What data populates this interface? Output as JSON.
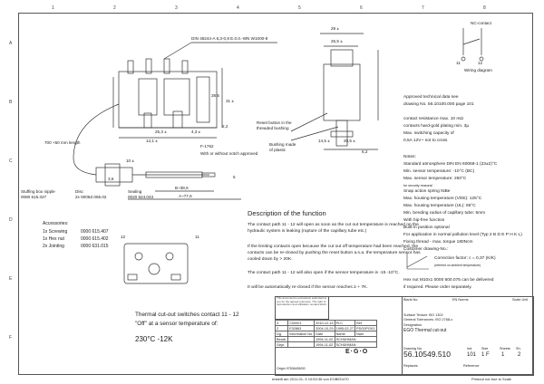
{
  "grid": {
    "top": [
      "1",
      "2",
      "3",
      "4",
      "5",
      "6",
      "7",
      "8"
    ],
    "left": [
      "A",
      "B",
      "C",
      "D",
      "E",
      "F"
    ]
  },
  "drawing": {
    "din_label": "DIN 46244-A 6,3-0,8 E.0.0.-WN W1000-8",
    "dim_29": "29 ±",
    "dim_25_5": "25,5 ±",
    "dim_38_5": "38,5",
    "dim_31": "31 ±",
    "dim_2_2": "2,2",
    "dim_25_3": "25,3 ±",
    "dim_4_3": "4,3 ±",
    "dim_14_1": "14,1 ±",
    "dim_14_5": "14,5 ±",
    "dim_20_5": "20,5 ±",
    "dim_6_2": "6,2",
    "reset_note": [
      "Reset button in the",
      "threaded bushing"
    ],
    "bushing_note": [
      "Bushing made",
      "of plastic"
    ],
    "length_700": "700 +50 mm length",
    "dim_10": "10 ±",
    "dim_35": "3,5",
    "f_1762": "F-1762",
    "notch_note": "With or without notch approved",
    "b_38_6": "B~38,6",
    "a_77": "A~77,6",
    "dim_5": "5",
    "stuffing": [
      "Stuffing box nipple",
      "0080 615.327"
    ],
    "disc": [
      "Disc",
      "2x 0006Z.055.02"
    ],
    "sealing": [
      "Sealing",
      "0020 624.043"
    ],
    "nc_contact": "NC-contact",
    "wiring": "Wiring diagram",
    "terminals": [
      "11",
      "12"
    ],
    "fig_labels": [
      "12",
      "11"
    ]
  },
  "accessories": {
    "title": "Accessories:",
    "rows": [
      {
        "qty": "1x Screwing",
        "num": "0000 615.407"
      },
      {
        "qty": "1x Hex nut",
        "num": "0000 615.402"
      },
      {
        "qty": "2x Jointing",
        "num": "0000 631.015"
      }
    ]
  },
  "function": {
    "title": "Description of the function",
    "p1": "The contact path 11 - 12 will open as soon as the cut out temperature is reached on the hydraulic system is leaking (rupture of the capillary tube etc.)",
    "p2": "If the limiting contacts open because the cut out off temperature had been reached, the contacts can be re-closed by pushing the reset button a.s.a. the temperature sensor has cooled down by > 20K.",
    "p3": "The contact path 11 - 12 will also open if the sensor temperature is  -15 -10°C.",
    "p4": "It will be automatically re-closed if the sensor reaches ≥ + 7K."
  },
  "switch": {
    "line1": "Thermal cut-out switches contact 11 - 12",
    "line2": "\"Off\" at a sensor temperature of:",
    "value": "230°C -12K"
  },
  "notes": {
    "approved1": "Approved technical data see",
    "approved2": "drawing No. 56.10100.000 page 101",
    "contact1": "contact resistance max. 10 mΩ",
    "contact2": "contacts hard-gold plating min. 3µ",
    "contact3": "Max. switching capacity of",
    "contact4": "0,5A 12V~ not to cross",
    "notes_title": "Notes:",
    "lines": [
      "Standard atmosphere DIN EN 60068-1 (23±2)°C",
      "Min. sensor temperature:    -10°C (BC)",
      "Max. sensor temperature:    250°C",
      "for security reasons!",
      "Snap action spring NiBe",
      "Max. housing temperature (VDE):  125°C",
      "Max. housing temperature (UL):   85°C",
      "Min. bending radius of capillary tube: 5mm",
      "With hip-free function",
      "Built-in position optional",
      "For application in normal pollution level (Typ 2 B D E P H K L)",
      "Fixing thread - max. torque 180Ncm",
      "Customer drawing-No.:"
    ],
    "correction1": "Correction factor: c = 0,37 (K/K)",
    "correction2": "(referred on ambient temperature)",
    "hexnut1": "Hex nut M10x1 0000 600.075 can be delivered",
    "hexnut2": "if required. Please order separately."
  },
  "titleblock": {
    "notice": "This document is exclusively submitted to you for the agreed purposes. The right of reproduction and utilisation remains EGO.",
    "rev_rows": [
      [
        "3",
        "C00001",
        "2010-12-15",
        "PLC",
        "Ref"
      ],
      [
        "2",
        "E32863",
        "2004-10-29",
        "1995-02-27",
        "PDG0PGK1"
      ],
      [
        "Dg.",
        "Information No.",
        "Date",
        "Name",
        "Nam"
      ]
    ],
    "drawn": [
      "Bearb.",
      "1994-11-02",
      "SCHÜHMAN"
    ],
    "checked": [
      "Gepr.",
      "1994-11-02",
      "SCHÜHMAN"
    ],
    "blank_no_label": "Blank No.",
    "en_norm": "EN Norms",
    "scale_label": "Scale Unit",
    "surface": "Surface Texture ISO 1302",
    "tolerance": "General Tolerances: ISO 2768-c",
    "designation_label": "Designation",
    "designation": "EGO Thermal cut-out",
    "drawing_label": "Drawing No.",
    "drawing_no": "56.10549.510",
    "index_label": "Ind.",
    "index": "101",
    "size_label": "Size",
    "size": "1 F",
    "sheets_label": "Sheets",
    "sheets": "1",
    "sheetno_label": "Sh.",
    "sheetno": "2",
    "replaces_label": "Replaces",
    "ref_label": "Reference",
    "logo": "E·G·O",
    "origin": "Origin 97506455/00",
    "footer_left": "erstellt am 2011-01- 5 10:53:36 von EOBED470",
    "footer_right": "Printout not true to Scale"
  }
}
